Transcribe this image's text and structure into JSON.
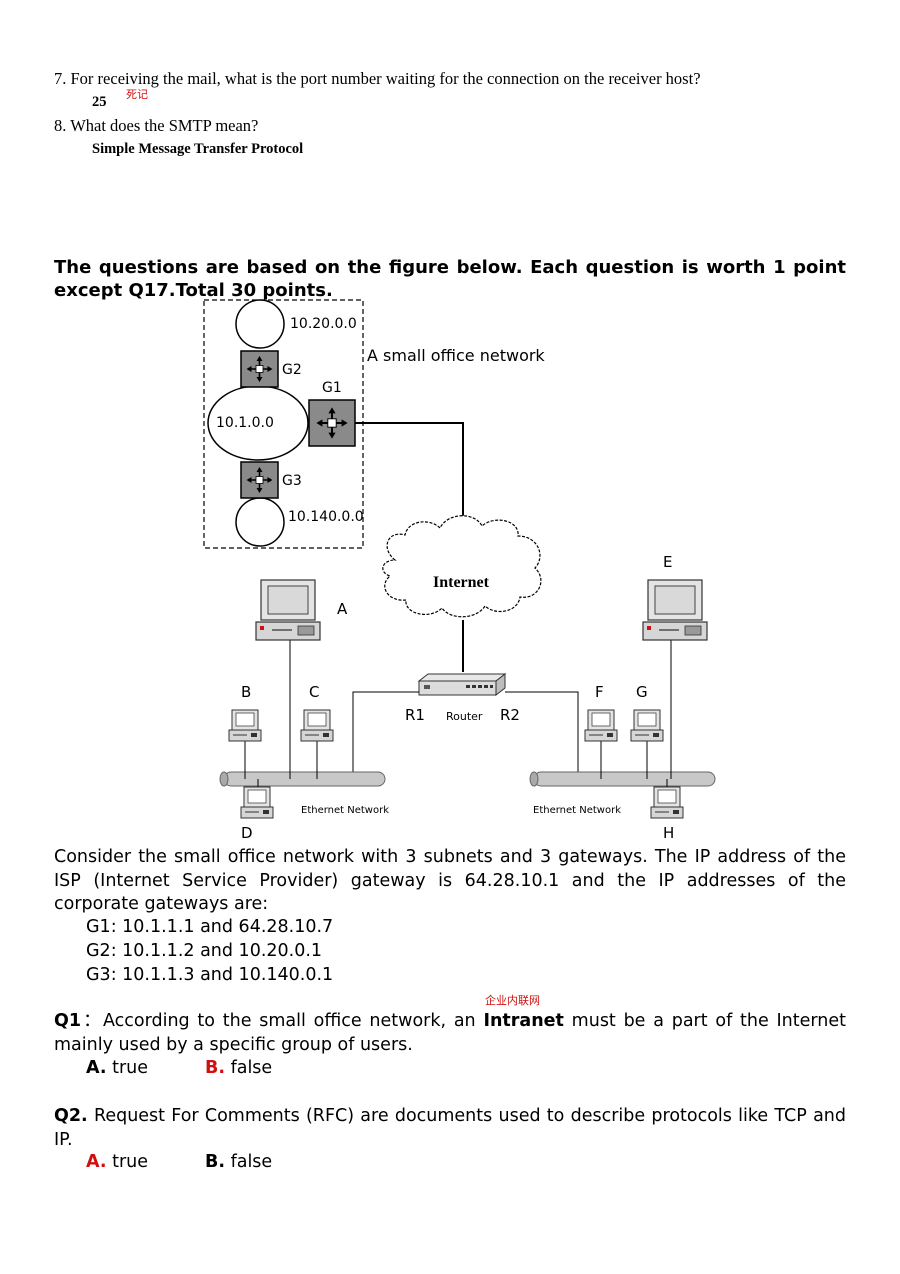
{
  "pre": {
    "q7": "7. For receiving the mail, what is the port number waiting for the connection on the receiver host?",
    "q7_answer": "25",
    "q7_note": "死记",
    "q8": "8. What does the SMTP mean?",
    "q8_answer": "Simple Message Transfer Protocol"
  },
  "intro": "The questions are based on the figure below. Each question is worth 1 point except Q17.Total 30 points.",
  "figure": {
    "office_label": "A small office network",
    "subnet_top": "10.20.0.0",
    "subnet_middle": "10.1.0.0",
    "subnet_bottom": "10.140.0.0",
    "g1": "G1",
    "g2": "G2",
    "g3": "G3",
    "cloud": "Internet",
    "router": "Router",
    "r1": "R1",
    "r2": "R2",
    "host_a": "A",
    "host_b": "B",
    "host_c": "C",
    "host_d": "D",
    "host_e": "E",
    "host_f": "F",
    "host_g": "G",
    "host_h": "H",
    "eth_left": "Ethernet Network",
    "eth_right": "Ethernet Network"
  },
  "context": {
    "paragraph": "Consider the small office network with 3 subnets and 3 gateways. The IP address of the ISP (Internet Service Provider) gateway is 64.28.10.1 and the IP addresses of the corporate gateways are:",
    "g1": "G1: 10.1.1.1 and 64.28.10.7",
    "g2": "G2: 10.1.1.2 and 10.20.0.1",
    "g3": "G3: 10.1.1.3 and 10.140.0.1"
  },
  "q1": {
    "note": "企业内联网",
    "label": "Q1",
    "sep": "：",
    "text_before": "According to the small office network, an ",
    "bold_word": "Intranet",
    "text_after": " must be a part of the Internet mainly used by a specific group of users.",
    "opt_a_letter": "A.",
    "opt_a_text": " true",
    "opt_b_letter": "B.",
    "opt_b_text": " false",
    "correct": "B"
  },
  "q2": {
    "label": "Q2.",
    "text": " Request For Comments (RFC) are documents used to describe protocols like TCP and IP.",
    "opt_a_letter": "A.",
    "opt_a_text": " true",
    "opt_b_letter": "B.",
    "opt_b_text": " false",
    "correct": "A"
  },
  "colors": {
    "answer_red": "#d01010",
    "gateway_fill": "#8a8a8a",
    "cable_grey": "#c8c8c8"
  }
}
